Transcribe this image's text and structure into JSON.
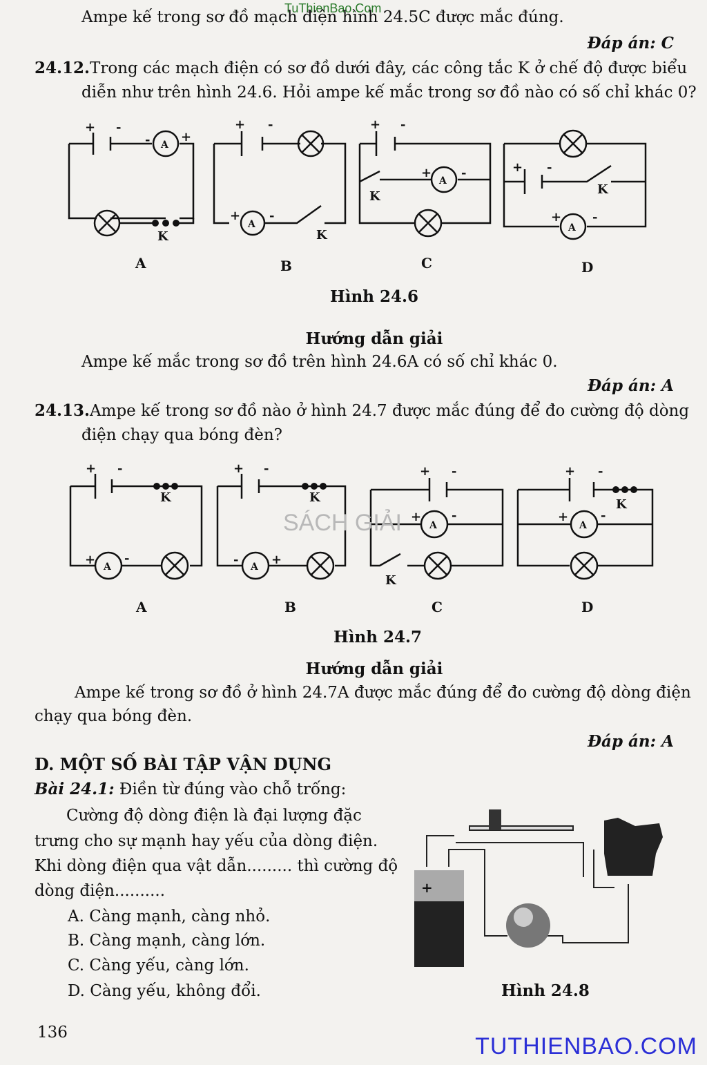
{
  "watermark_top": "TuThienBao.Com",
  "line_top": "Ampe kế trong sơ đồ mạch điện hình 24.5C được mắc đúng.",
  "answer_1": "Đáp án: C",
  "q12": {
    "number": "24.12.",
    "line1": "Trong các mạch điện có sơ đồ dưới đây, các công tắc K ở chế độ được biểu",
    "line2": "diễn như trên hình 24.6. Hỏi ampe kế mắc trong sơ đồ nào có số chỉ khác 0?"
  },
  "fig246": {
    "caption": "Hình 24.6",
    "labels": [
      "A",
      "B",
      "C",
      "D"
    ],
    "plus": "+",
    "minus": "-",
    "ammeter": "A",
    "switch": "K"
  },
  "guide_title": "Hướng dẫn giải",
  "guide_12": "Ampe kế mắc trong sơ đồ trên hình 24.6A có số chỉ khác 0.",
  "answer_2": "Đáp án: A",
  "q13": {
    "number": "24.13.",
    "line1": "Ampe kế trong sơ đồ nào ở hình 24.7 được mắc đúng để đo cường độ dòng",
    "line2": "điện chạy qua bóng đèn?"
  },
  "fig247": {
    "caption": "Hình 24.7",
    "labels": [
      "A",
      "B",
      "C",
      "D"
    ]
  },
  "mid_watermark": "SÁCH GIẢI",
  "guide_13_line1": "Ampe kế trong sơ đồ ở hình 24.7A được mắc đúng để đo cường độ dòng điện",
  "guide_13_line2": "chạy qua bóng đèn.",
  "answer_3": "Đáp án: A",
  "section_d": "D. MỘT SỐ BÀI TẬP VẬN DỤNG",
  "bai241": {
    "label": "Bài 24.1:",
    "prompt": "Điền từ đúng vào chỗ trống:",
    "p1": "Cường độ dòng điện là đại lượng đặc",
    "p2": "trưng cho sự mạnh hay yếu của dòng điện.",
    "p3": "Khi dòng điện qua vật dẫn......... thì cường độ",
    "p4": "dòng điện..........",
    "options": [
      "A.  Càng mạnh, càng nhỏ.",
      "B.  Càng mạnh, càng lớn.",
      "C.  Càng yếu, càng lớn.",
      "D.  Càng yếu, không đổi."
    ]
  },
  "fig248_caption": "Hình 24.8",
  "page_number": "136",
  "footer_brand": "TUTHIENBAO.COM"
}
